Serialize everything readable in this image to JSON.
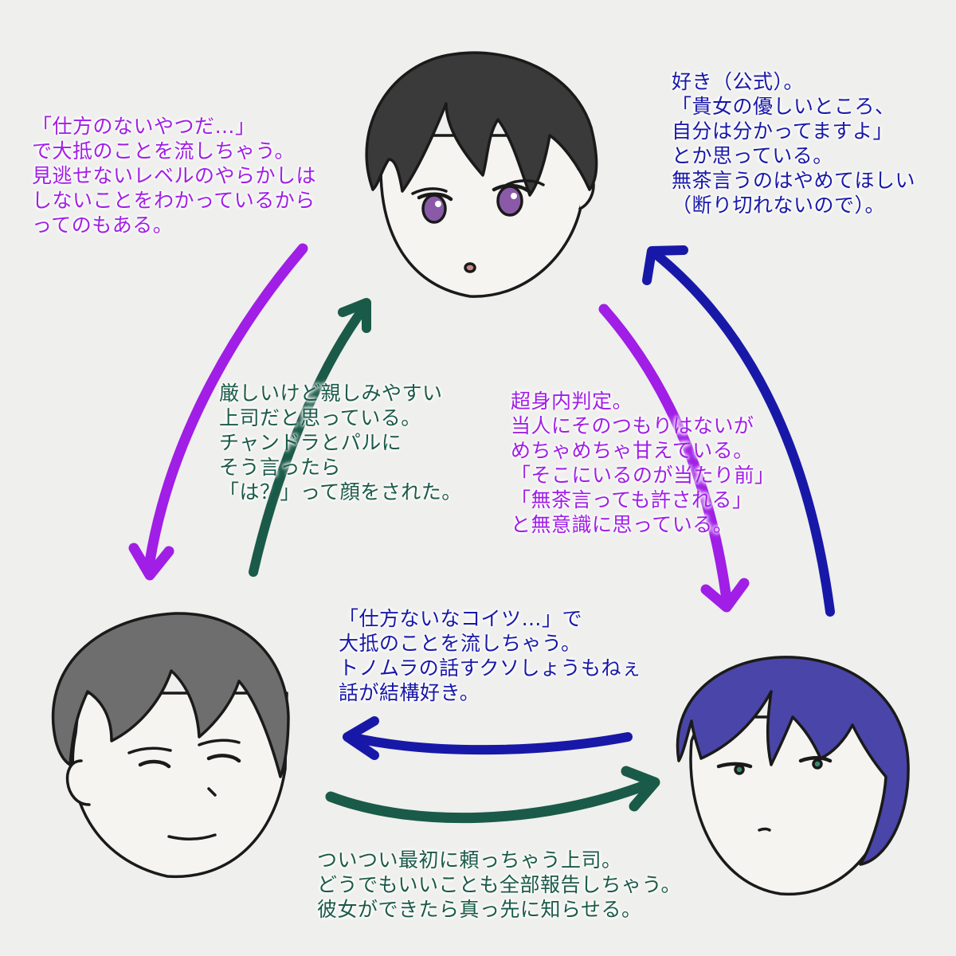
{
  "colors": {
    "background": "#efefed",
    "purple": "#a01ee6",
    "navy": "#1818a8",
    "green": "#1a5a48",
    "ink": "#1a1a1a",
    "hair_dark": "#3a3a3a",
    "hair_gray": "#6e6e6e",
    "hair_blue": "#4a45a8",
    "eye_violet": "#8a5aa8"
  },
  "characters": [
    {
      "id": "top",
      "hair": "dark-gray",
      "eyes": "violet"
    },
    {
      "id": "bottom-left",
      "hair": "gray",
      "eyes": "dark"
    },
    {
      "id": "bottom-right",
      "hair": "blue",
      "eyes": "green"
    }
  ],
  "notes": {
    "top_left": {
      "color": "purple",
      "lines": [
        "「仕方のないやつだ…」",
        "で大抵のことを流しちゃう。",
        "見逃せないレベルのやらかしは",
        "しないことをわかっているから",
        "ってのもある。"
      ]
    },
    "top_right": {
      "color": "navy",
      "lines": [
        "好き（公式）。",
        "「貴女の優しいところ、",
        "自分は分かってますよ」",
        "とか思っている。",
        "無茶言うのはやめてほしい",
        "（断り切れないので）。"
      ]
    },
    "center_left": {
      "color": "green",
      "lines": [
        "厳しいけど親しみやすい",
        "上司だと思っている。",
        "チャンドラとパルに",
        "そう言ったら",
        "「は？」って顔をされた。"
      ]
    },
    "center_right": {
      "color": "purple",
      "lines": [
        "超身内判定。",
        "当人にそのつもりはないが",
        "めちゃめちゃ甘えている。",
        "「そこにいるのが当たり前」",
        "「無茶言っても許される」",
        "と無意識に思っている。"
      ]
    },
    "bottom_center": {
      "color": "navy",
      "lines": [
        "「仕方ないなコイツ…」で",
        "大抵のことを流しちゃう。",
        "トノムラの話すクソしょうもねぇ",
        "話が結構好き。"
      ]
    },
    "bottom": {
      "color": "green",
      "lines": [
        "ついつい最初に頼っちゃう上司。",
        "どうでもいいことも全部報告しちゃう。",
        "彼女ができたら真っ先に知らせる。"
      ]
    }
  },
  "arrows": [
    {
      "id": "top-to-left",
      "color": "purple",
      "from": "top",
      "to": "bottom-left"
    },
    {
      "id": "left-to-top",
      "color": "green",
      "from": "bottom-left",
      "to": "top"
    },
    {
      "id": "top-to-right",
      "color": "purple",
      "from": "top",
      "to": "bottom-right"
    },
    {
      "id": "right-to-top",
      "color": "navy",
      "from": "bottom-right",
      "to": "top"
    },
    {
      "id": "right-to-left",
      "color": "navy",
      "from": "bottom-right",
      "to": "bottom-left"
    },
    {
      "id": "left-to-right",
      "color": "green",
      "from": "bottom-left",
      "to": "bottom-right"
    }
  ]
}
